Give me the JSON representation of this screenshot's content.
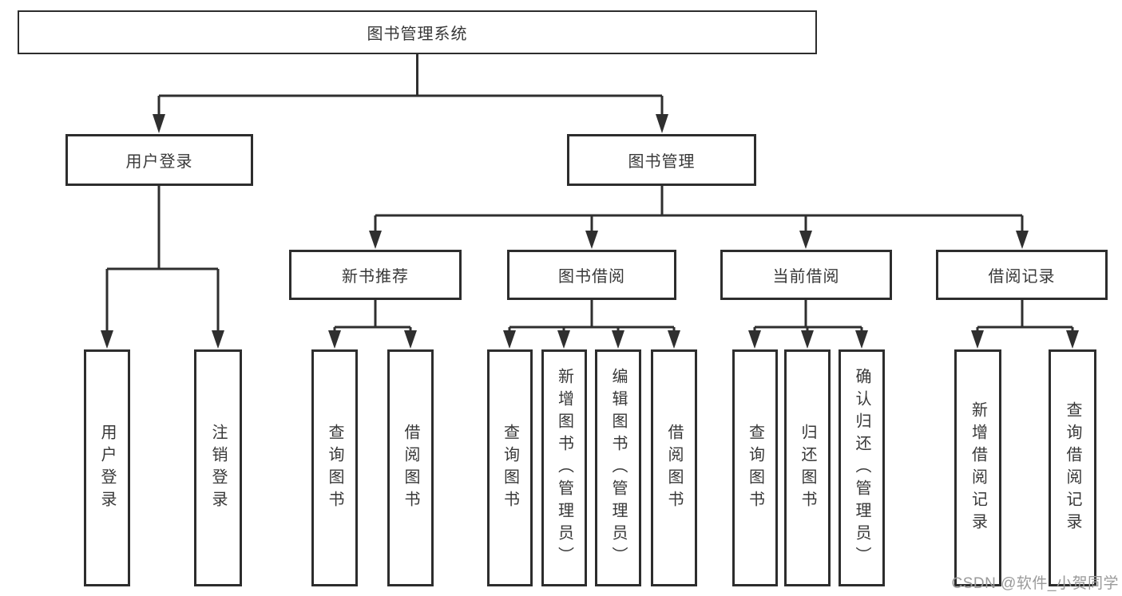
{
  "diagram": {
    "tree": {
      "label": "图书管理系统",
      "children": [
        {
          "label": "用户登录",
          "children": [
            {
              "label": "用户登录"
            },
            {
              "label": "注销登录"
            }
          ]
        },
        {
          "label": "图书管理",
          "children": [
            {
              "label": "新书推荐",
              "children": [
                {
                  "label": "查询图书"
                },
                {
                  "label": "借阅图书"
                }
              ]
            },
            {
              "label": "图书借阅",
              "children": [
                {
                  "label": "查询图书"
                },
                {
                  "label": "新增图书（管理员）"
                },
                {
                  "label": "编辑图书（管理员）"
                },
                {
                  "label": "借阅图书"
                }
              ]
            },
            {
              "label": "当前借阅",
              "children": [
                {
                  "label": "查询图书"
                },
                {
                  "label": "归还图书"
                },
                {
                  "label": "确认归还（管理员）"
                }
              ]
            },
            {
              "label": "借阅记录",
              "children": [
                {
                  "label": "新增借阅记录"
                },
                {
                  "label": "查询借阅记录"
                }
              ]
            }
          ]
        }
      ]
    }
  },
  "watermark": {
    "text": "CSDN @软件_小贺同学"
  },
  "colors": {
    "line": "#2f2f2f",
    "box_border": "#2d2d2d",
    "text": "#383838",
    "watermark": "#9a9a9a",
    "background": "#ffffff"
  }
}
